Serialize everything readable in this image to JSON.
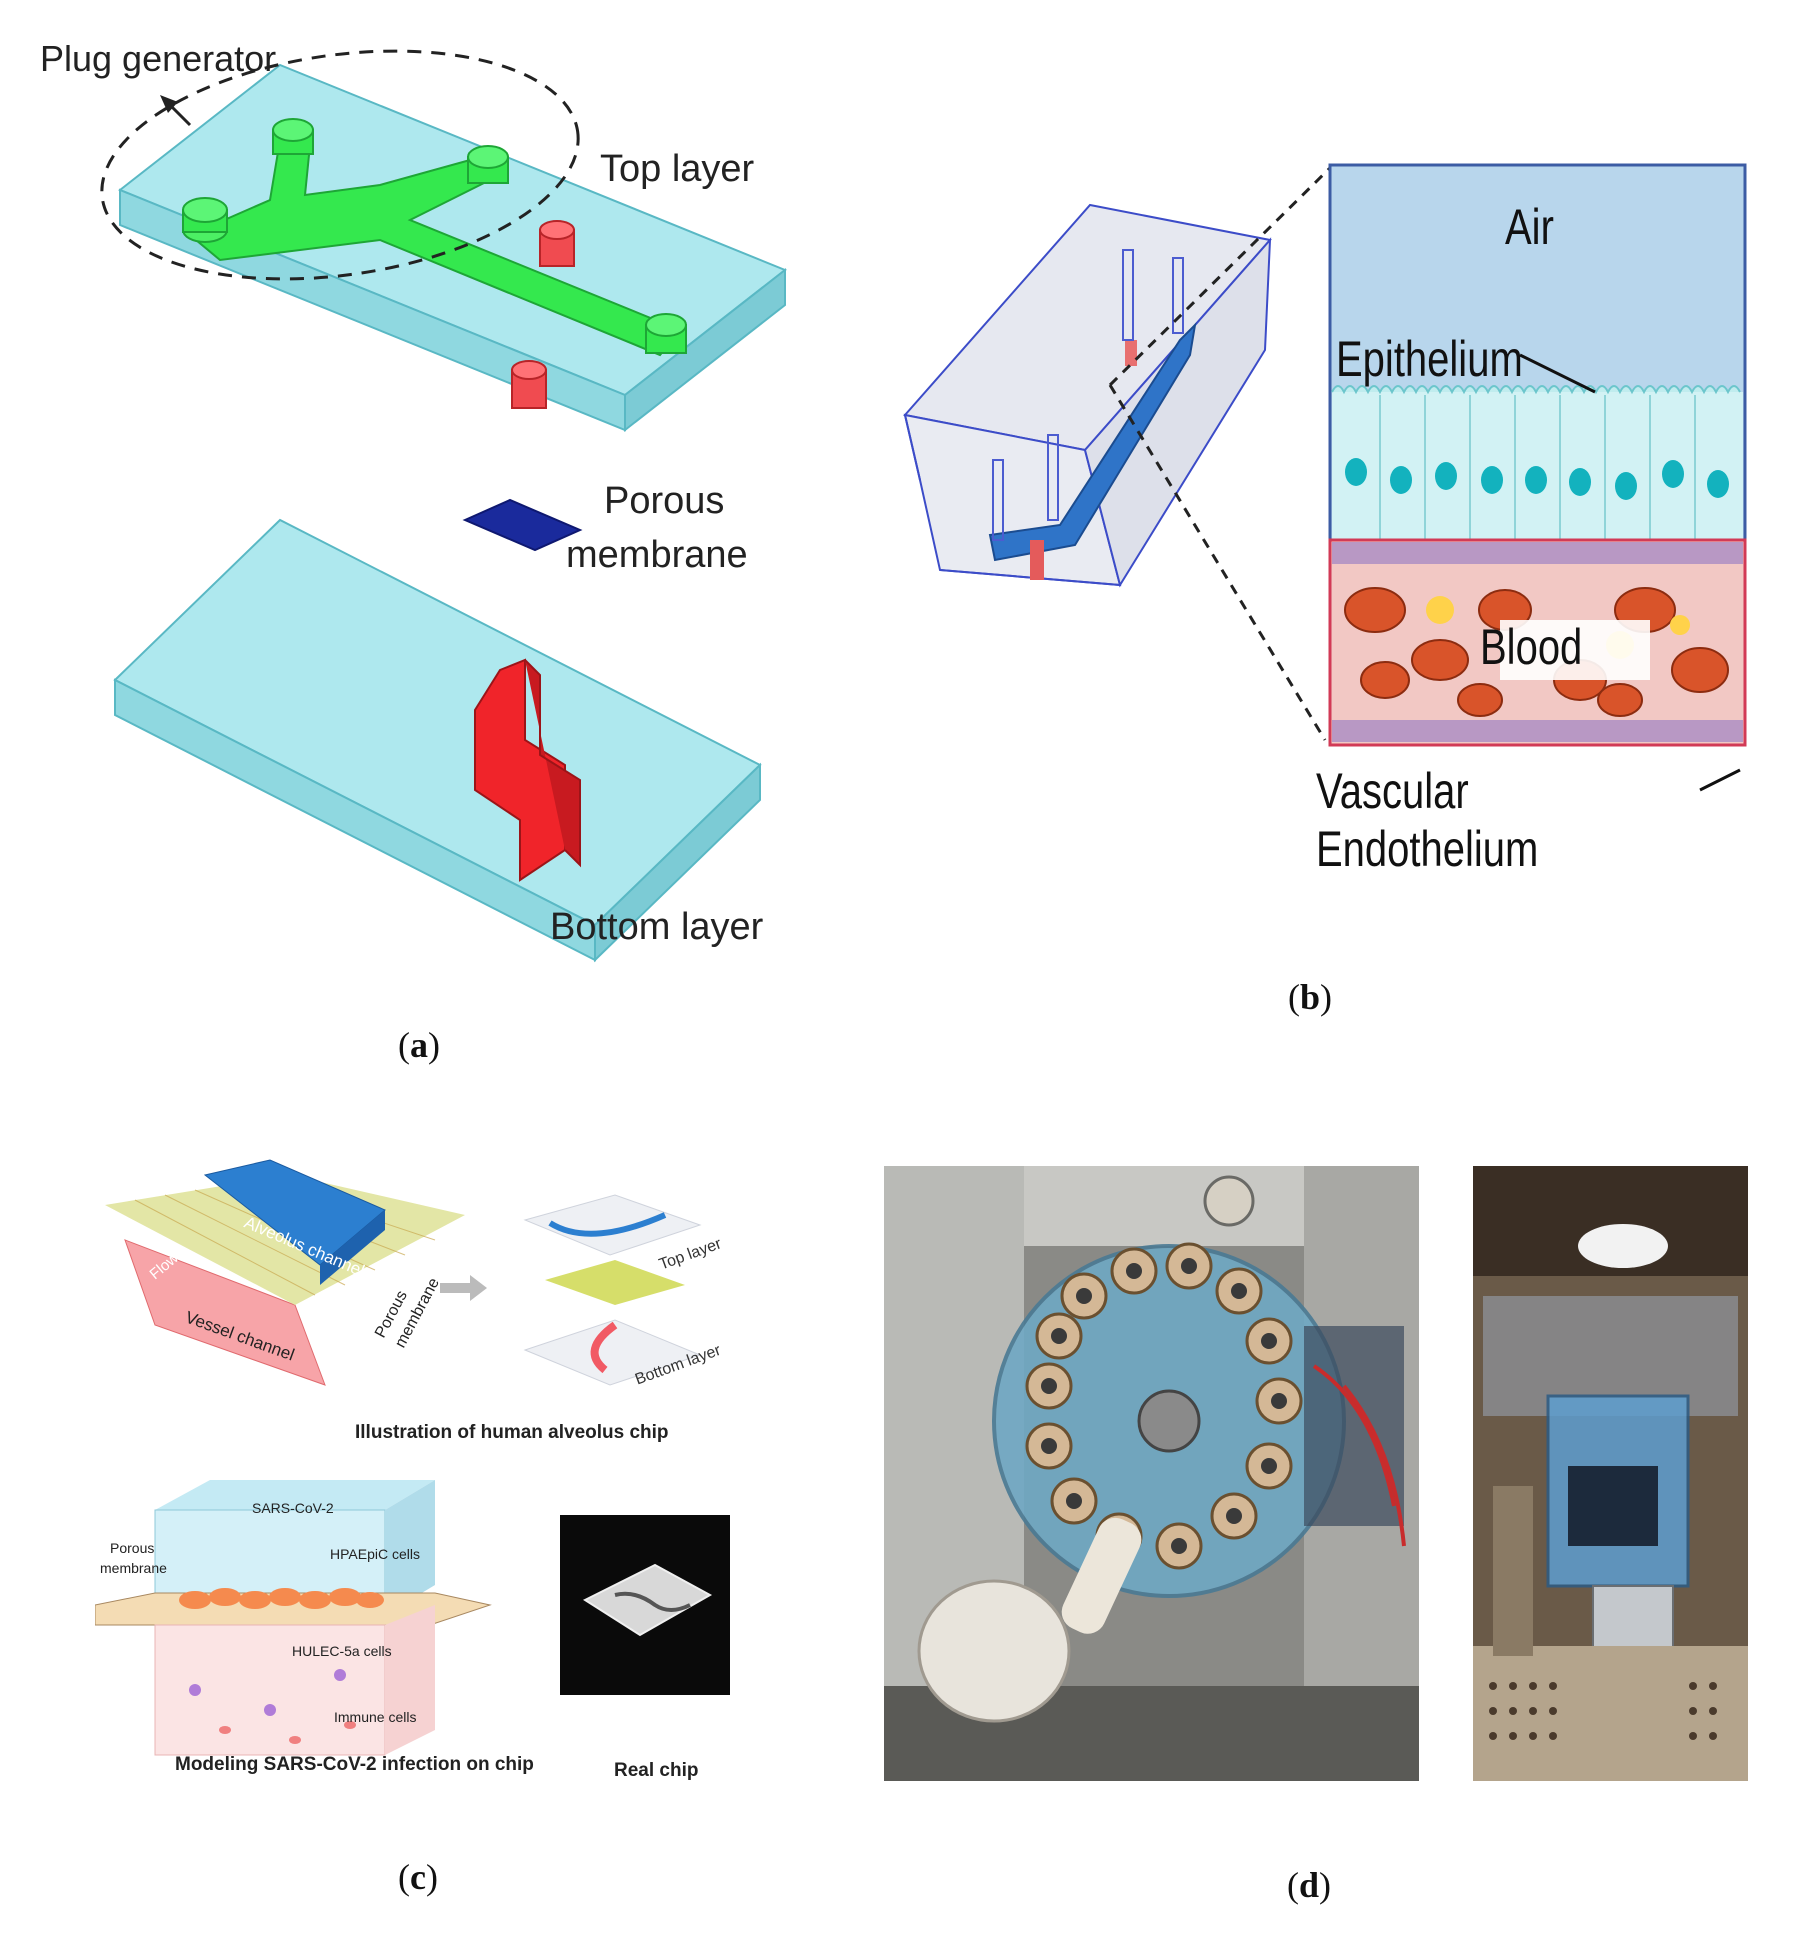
{
  "panel_a": {
    "plug_generator": "Plug generator",
    "top_layer": "Top layer",
    "porous": "Porous",
    "membrane": "membrane",
    "bottom_layer": "Bottom layer",
    "caption_letter": "a"
  },
  "panel_b": {
    "air": "Air",
    "epithelium": "Epithelium",
    "blood": "Blood",
    "vascular_endothelium": "Vascular Endothelium",
    "caption_letter": "b"
  },
  "panel_c": {
    "alveolus_channel": "Alveolus channel",
    "vessel_channel": "Vessel channel",
    "flow": "Flow",
    "porous_membrane_1": "Porous",
    "porous_membrane_2": "membrane",
    "top_layer": "Top layer",
    "bottom_layer": "Bottom layer",
    "illustration_caption": "Illustration of human alveolus chip",
    "sars": "SARS-CoV-2",
    "hpaepic": "HPAEpiC cells",
    "porous_side_1": "Porous",
    "porous_side_2": "membrane",
    "hulec": "HULEC-5a cells",
    "immune": "Immune cells",
    "modeling_caption": "Modeling SARS-CoV-2 infection on chip",
    "real_chip": "Real chip",
    "caption_letter": "c"
  },
  "panel_d": {
    "caption_letter": "d"
  },
  "colors": {
    "chip_cyan": "#a8e6ec",
    "channel_green": "#2ee84a",
    "channel_red": "#f0242a",
    "membrane_blue": "#1a2a9c",
    "air_blue": "#b8d6ec",
    "blood_pink": "#f2c8c4"
  }
}
